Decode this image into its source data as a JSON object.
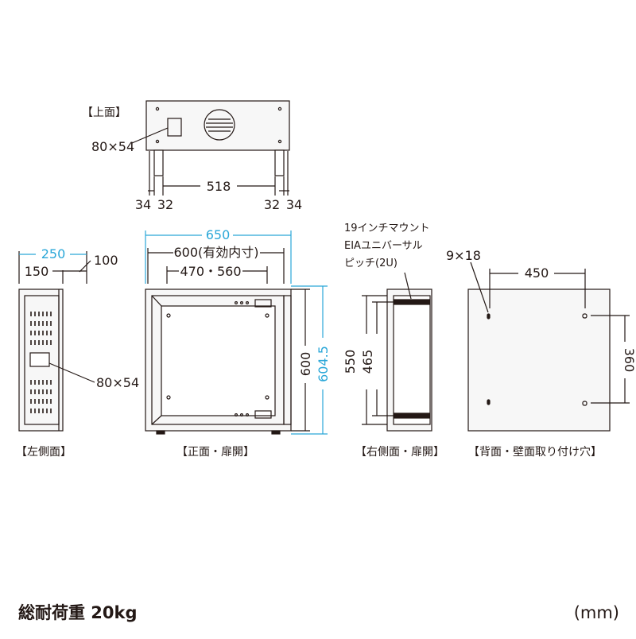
{
  "colors": {
    "ink": "#231815",
    "accent": "#2aa7d8",
    "panel": "#f7f7f7"
  },
  "views": {
    "top": {
      "label": "【上面】",
      "hole": "80×54",
      "width": "518",
      "left_outer": "34",
      "left_inner": "32",
      "right_inner": "32",
      "right_outer": "34"
    },
    "left": {
      "label": "【左側面】",
      "depth": "250",
      "depth_inner": "150",
      "depth_side": "100",
      "hole": "80×54"
    },
    "front": {
      "label": "【正面・扉開】",
      "width": "650",
      "effective": "600(有効内寸)",
      "rail": "470・560",
      "height": "600",
      "height_total": "604.5"
    },
    "right": {
      "label": "【右側面・扉開】",
      "note": [
        "19インチマウント",
        "EIAユニバーサル",
        "ピッチ(2U)"
      ],
      "h_outer": "550",
      "h_inner": "465"
    },
    "back": {
      "label": "【背面・壁面取り付け穴】",
      "hole": "9×18",
      "h_spacing": "450",
      "v_spacing": "360"
    }
  },
  "footer": {
    "load": "総耐荷重 20kg",
    "unit": "(mm)"
  }
}
